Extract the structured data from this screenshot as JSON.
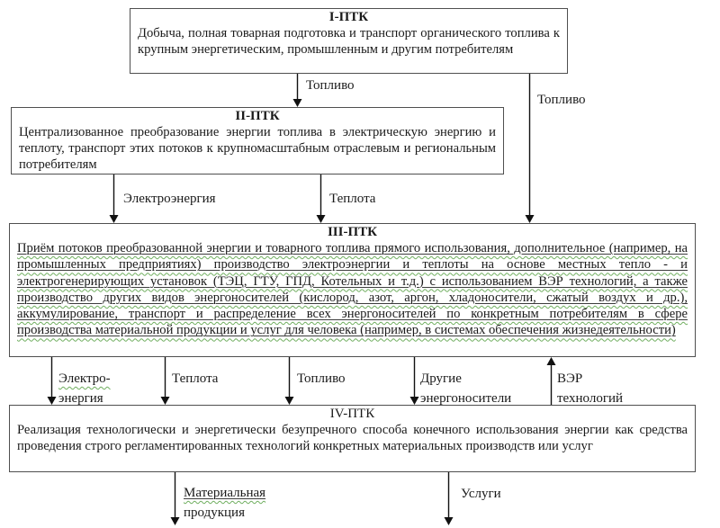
{
  "diagram": {
    "boxes": [
      {
        "id": "ptk1",
        "title": "I-ПТК",
        "body": "Добыча, полная товарная подготовка и транспорт органического топлива к крупным энергетическим, промышленным и другим потребителям"
      },
      {
        "id": "ptk2",
        "title": "II-ПТК",
        "body": "Централизованное преобразование энергии топлива в электрическую энергию и теплоту, транспорт этих потоков к крупномасштабным отраслевым и региональным потребителям"
      },
      {
        "id": "ptk3",
        "title": "III-ПТК",
        "body": "Приём потоков преобразованной энергии и товарного топлива прямого использования, дополнительное (например, на промышленных предприятиях) производство электроэнергии и теплоты на основе местных тепло - и электрогенерирующих установок (ТЭЦ, ГТУ, ГПД, Котельных и т.д.) с использованием  ВЭР технологий, а также производство других видов энергоносителей (кислород, азот, аргон, хладоносители, сжатый воздух и др.), аккумулирование, транспорт и распределение всех энергоносителей по конкретным потребителям в сфере производства материальной продукции и услуг для человека (например, в системах обеспечения жизнедеятельности)"
      },
      {
        "id": "ptk4",
        "title": "IV-ПТК",
        "body": "Реализация технологически и энергетически безупречного способа конечного использования энергии как средства проведения строго регламентированных технологий конкретных материальных производств или услуг"
      }
    ],
    "flow_labels": {
      "fuel_top": "Топливо",
      "fuel_right": "Топливо",
      "electricity": "Электроэнергия",
      "heat": "Теплота",
      "electro_line1": "Электро-",
      "electro_line2": "энергия",
      "heat2": "Теплота",
      "fuel2": "Топливо",
      "other_line1": "Другие",
      "other_line2": "энергоносители",
      "ver_line1": "ВЭР",
      "ver_line2": "технологий",
      "material_line1": "Материальная",
      "material_line2": "продукция",
      "services": "Услуги"
    },
    "colors": {
      "box_border": "#4f4f4f",
      "text": "#1a1a1a",
      "arrow": "#111111",
      "spellcheck_wavy": "#6fae5f"
    }
  }
}
